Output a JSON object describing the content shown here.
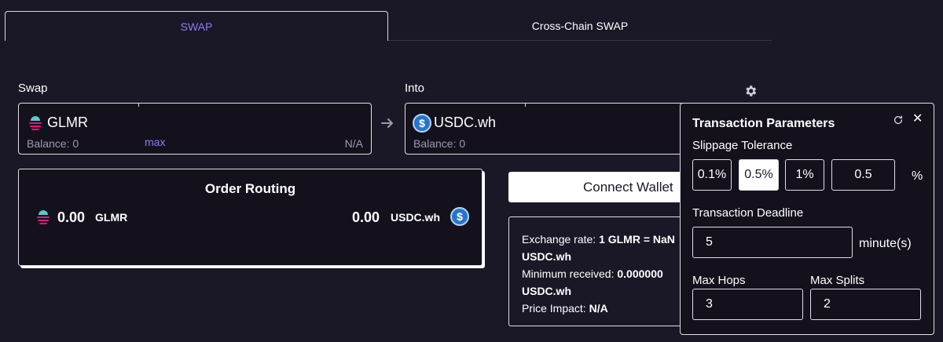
{
  "tabs": [
    {
      "label": "SWAP",
      "active": true
    },
    {
      "label": "Cross-Chain SWAP",
      "active": false
    }
  ],
  "swap": {
    "from_label": "Swap",
    "into_label": "Into",
    "from": {
      "symbol": "GLMR",
      "balance": "Balance: 0",
      "max": "max",
      "value": "N/A",
      "icon": "glmr-icon"
    },
    "to": {
      "symbol": "USDC.wh",
      "balance": "Balance: 0",
      "icon": "usdc-icon"
    }
  },
  "routing": {
    "title": "Order Routing",
    "from_amount": "0.00",
    "from_symbol": "GLMR",
    "to_amount": "0.00",
    "to_symbol": "USDC.wh"
  },
  "connect_wallet": "Connect Wallet",
  "info": {
    "exchange_label": "Exchange rate: ",
    "exchange_value": "1 GLMR = NaN",
    "exchange_unit": "USDC.wh",
    "min_label": "Minimum received: ",
    "min_value": "0.000000",
    "min_unit": "USDC.wh",
    "impact_label": "Price Impact: ",
    "impact_value": "N/A"
  },
  "params": {
    "title": "Transaction Parameters",
    "slippage_label": "Slippage Tolerance",
    "slippage_options": [
      "0.1%",
      "0.5%",
      "1%"
    ],
    "slippage_selected": "0.5%",
    "slippage_value": "0.5",
    "slippage_unit": "%",
    "deadline_label": "Transaction Deadline",
    "deadline_value": "5",
    "deadline_unit": "minute(s)",
    "max_hops_label": "Max Hops",
    "max_hops_value": "3",
    "max_splits_label": "Max Splits",
    "max_splits_value": "2"
  },
  "colors": {
    "background": "#1a1726",
    "accent": "#8b7ff0",
    "usdc": "#2775ca",
    "glmr_pink": "#e1147b",
    "glmr_teal": "#53cbc9"
  }
}
